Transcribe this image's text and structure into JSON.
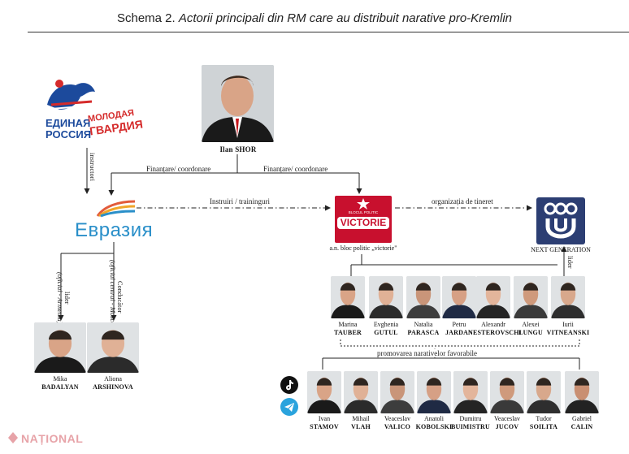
{
  "title": {
    "prefix": "Schema 2.",
    "main": "Actorii principali din RM care au distribuit narative pro-Kremlin"
  },
  "logos": {
    "edinaya_rossiya": {
      "line1": "ЕДИНАЯ",
      "line2": "РОССИЯ",
      "youth1": "МОЛОДАЯ",
      "youth2": "ГВАРДИЯ"
    },
    "eurasia": "Евразия",
    "victorie": {
      "small": "BLOCUL POLITIC",
      "word": "VICTORIE"
    },
    "nextgen": "NEXT GENERATION"
  },
  "nodes": {
    "shor": "Ilan SHOR",
    "victorie_caption": "a.n. bloc politic „victorie\"",
    "nextgen_caption": "NEXT GENERATION"
  },
  "edges": {
    "instructori": "instructori",
    "finantare_left": "Finanțare/ coordonare",
    "finantare_right": "Finanțare/ coordonare",
    "instruiri": "Instruiri / traininguri",
    "organizatie": "organizația de tineret",
    "lider_mika_1": "lider",
    "lider_mika_2": "(oficial - Armenia)",
    "conducator_1": "Conducător",
    "conducator_2": "(oficial central - Moscova)",
    "lider_nextgen": "lider",
    "promovarea": "promovarea narativelor favorabile"
  },
  "eurasia_people": [
    {
      "first": "Mika",
      "last": "BADALYAN"
    },
    {
      "first": "Aliona",
      "last": "ARSHINOVA"
    }
  ],
  "victorie_people": [
    {
      "first": "Marina",
      "last": "TAUBER"
    },
    {
      "first": "Evghenia",
      "last": "GUTUL"
    },
    {
      "first": "Natalia",
      "last": "PARASCA"
    },
    {
      "first": "Petru",
      "last": "JARDAN"
    },
    {
      "first": "Alexandr",
      "last": "NESTEROVSCHI"
    },
    {
      "first": "Alexei",
      "last": "LUNGU"
    },
    {
      "first": "Iurii",
      "last": "VITNEANSKI"
    }
  ],
  "promoters": [
    {
      "first": "Ivan",
      "last": "STAMOV"
    },
    {
      "first": "Mihail",
      "last": "VLAH"
    },
    {
      "first": "Veaceslav",
      "last": "VALICO"
    },
    {
      "first": "Anatoli",
      "last": "KOBOLSKI"
    },
    {
      "first": "Dumitru",
      "last": "BUIMISTRU"
    },
    {
      "first": "Veaceslav",
      "last": "JUCOV"
    },
    {
      "first": "Tudor",
      "last": "SOILITA"
    },
    {
      "first": "Gabriel",
      "last": "CALIN"
    }
  ],
  "social_icons": [
    "tiktok-icon",
    "telegram-icon"
  ],
  "watermark": "NAȚIONAL",
  "colors": {
    "victorie_red": "#c8102e",
    "eurasia_blue": "#2a8fc9",
    "er_blue": "#1c4a9c",
    "nextgen_navy": "#2c3e73"
  }
}
